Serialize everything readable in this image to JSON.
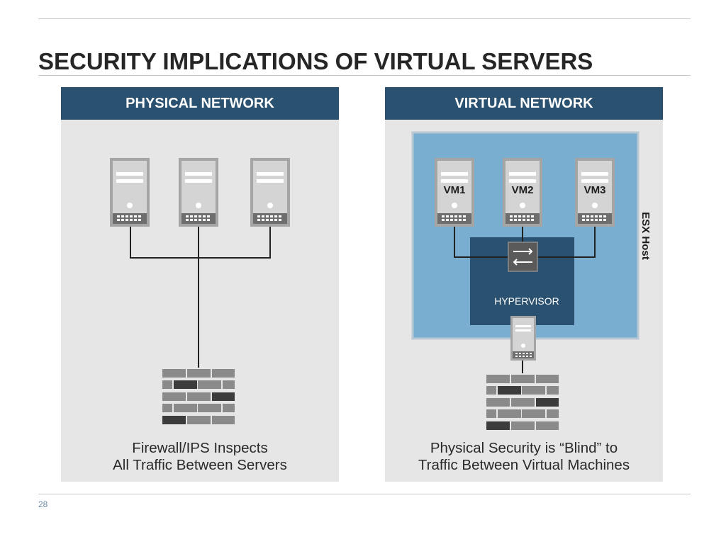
{
  "slide": {
    "title": "SECURITY IMPLICATIONS OF VIRTUAL SERVERS",
    "page_number": "28"
  },
  "physical": {
    "header": "PHYSICAL NETWORK",
    "caption_line1": "Firewall/IPS Inspects",
    "caption_line2": "All Traffic Between Servers"
  },
  "virtual": {
    "header": "VIRTUAL NETWORK",
    "vms": [
      "VM1",
      "VM2",
      "VM3"
    ],
    "hypervisor_label": "HYPERVISOR",
    "host_label": "ESX Host",
    "caption_line1": "Physical Security is “Blind” to",
    "caption_line2": "Traffic Between Virtual Machines"
  },
  "colors": {
    "header_blue": "#2b5170",
    "host_blue": "#7aaed0",
    "hypervisor_blue": "#2b5170",
    "panel_gray": "#e6e6e6",
    "server_gray": "#a5a5a5"
  },
  "icons": {
    "server": "server-icon",
    "firewall": "firewall-icon",
    "switch": "switch-icon"
  }
}
